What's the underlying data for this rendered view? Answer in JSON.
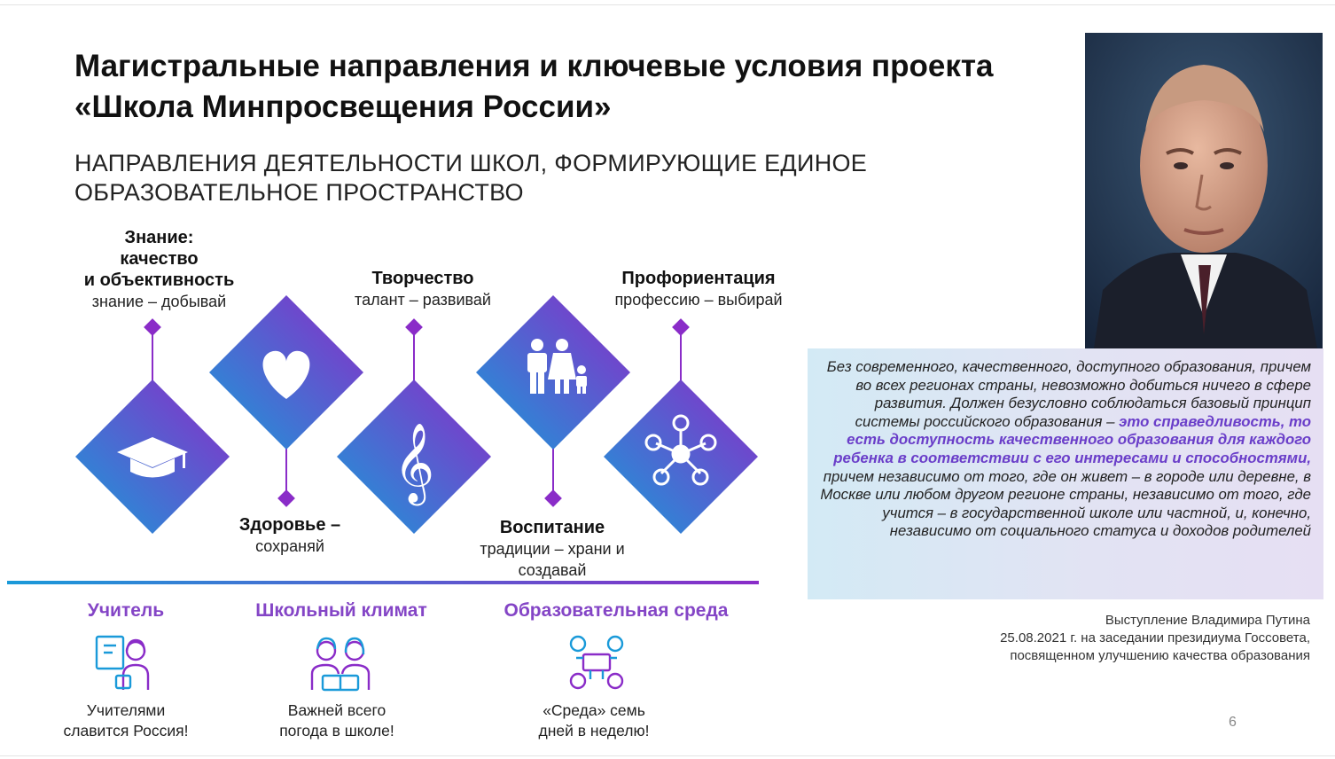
{
  "title": "Магистральные направления и ключевые условия проекта «Школа Минпросвещения России»",
  "subtitle": "НАПРАВЛЕНИЯ ДЕЯТЕЛЬНОСТИ ШКОЛ, ФОРМИРУЮЩИЕ ЕДИНОЕ ОБРАЗОВАТЕЛЬНОЕ ПРОСТРАНСТВО",
  "directions": [
    {
      "title_lines": [
        "Знание:",
        "качество",
        "и объективность"
      ],
      "motto": "знание – добывай",
      "icon": "graduation-cap-icon"
    },
    {
      "title_lines": [
        "Здоровье –"
      ],
      "motto": "сохраняй",
      "icon": "heart-icon"
    },
    {
      "title_lines": [
        "Творчество"
      ],
      "motto": "талант – развивай",
      "icon": "treble-clef-icon"
    },
    {
      "title_lines": [
        "Воспитание"
      ],
      "motto_lines": [
        "традиции – храни и",
        "создавай"
      ],
      "icon": "family-icon"
    },
    {
      "title_lines": [
        "Профориентация"
      ],
      "motto": "профессию – выбирай",
      "icon": "network-icon"
    }
  ],
  "conditions": [
    {
      "title": "Учитель",
      "text_lines": [
        "Учителями",
        "славится Россия!"
      ],
      "icon": "teacher-icon"
    },
    {
      "title": "Школьный климат",
      "text_lines": [
        "Важней всего",
        "погода в школе!"
      ],
      "icon": "students-icon"
    },
    {
      "title": "Образовательная среда",
      "text_lines": [
        "«Среда» семь",
        "дней в неделю!"
      ],
      "icon": "classroom-icon"
    }
  ],
  "quote": {
    "part1": "Без современного, качественного, доступного образования, причем во всех регионах страны, невозможно добиться ничего в сфере развития. Должен безусловно соблюдаться базовый принцип системы российского образования – ",
    "emphasis": "это справедливость, то есть доступность качественного образования для каждого ребенка в соответствии с его интересами и способностями,",
    "part2": " причем независимо от того, где он живет – в городе или деревне, в Москве или любом другом регионе страны, независимо от того, где учится – в государственной школе или частной, и, конечно, независимо от социального статуса и доходов родителей"
  },
  "source_lines": [
    "Выступление Владимира Путина",
    "25.08.2021 г. на заседании президиума Госсовета,",
    "посвященном улучшению качества образования"
  ],
  "page_number": "6",
  "colors": {
    "gradient_start": "#1a9ad9",
    "gradient_end": "#8a2cc8",
    "accent_text": "#8445c6",
    "quote_emphasis": "#6a3ec9"
  }
}
